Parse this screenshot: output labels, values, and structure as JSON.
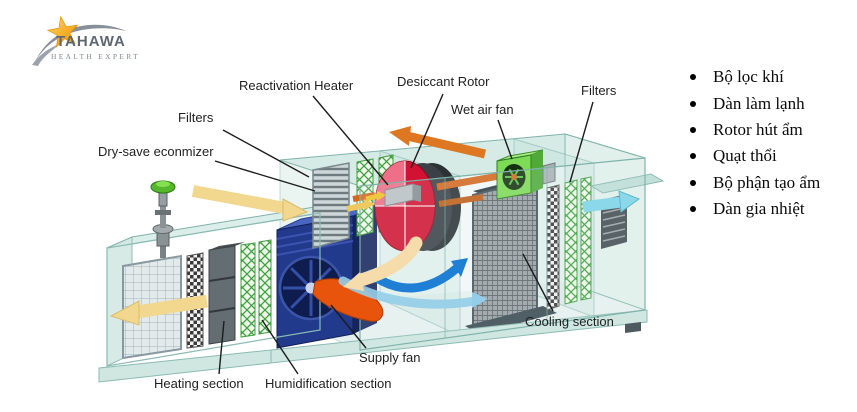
{
  "page": {
    "background": "#ffffff"
  },
  "logo": {
    "brand": "TAHAWA",
    "tagline": "HEALTH EXPERT",
    "star_color": "#f49a06",
    "swoosh_color": "#878f98",
    "brand_color": "#5d6772"
  },
  "diagram": {
    "labels": [
      {
        "id": "filters-left",
        "text": "Filters"
      },
      {
        "id": "dry-save-economizer",
        "text": "Dry-save econmizer"
      },
      {
        "id": "reactivation-heater",
        "text": "Reactivation Heater"
      },
      {
        "id": "desiccant-rotor",
        "text": "Desiccant Rotor"
      },
      {
        "id": "wet-air-fan",
        "text": "Wet air fan"
      },
      {
        "id": "filters-right",
        "text": "Filters"
      },
      {
        "id": "cooling-section",
        "text": "Cooling section"
      },
      {
        "id": "supply-fan",
        "text": "Supply fan"
      },
      {
        "id": "heating-section",
        "text": "Heating section"
      },
      {
        "id": "humidification-section",
        "text": "Humidification section"
      }
    ],
    "colors": {
      "casing_teal": "#d7ebe6",
      "rotor_red": "#d11232",
      "rotor_pink": "#ef6f88",
      "humidifier_blue": "#223a8c",
      "supply_fan_orange": "#e8540c",
      "wet_air_fan_green": "#7ddb55",
      "fresh_air_yellow": "#f2d88e",
      "reactivation_orange": "#dd7722",
      "supply_air_blue": "#1f7fd4",
      "outlet_cyan": "#8ad8ea"
    }
  },
  "legend": {
    "items": [
      "Bộ lọc khí",
      "Dàn làm lạnh",
      "Rotor hút ẩm",
      "Quạt thổi",
      "Bộ phận tạo ẩm",
      "Dàn gia nhiệt"
    ],
    "bullet_color": "#000000"
  }
}
